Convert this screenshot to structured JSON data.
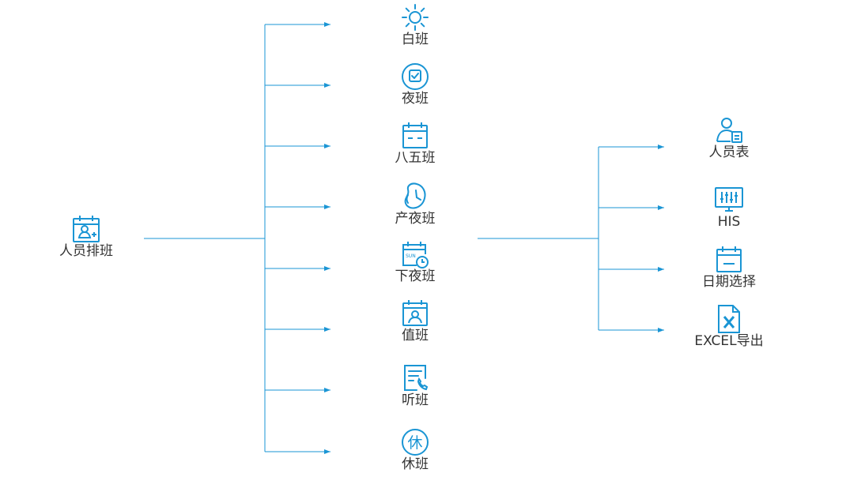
{
  "accent": "#1a95d4",
  "root": {
    "label": "人员排班",
    "icon": "calendar-user-icon"
  },
  "shifts": [
    {
      "label": "白班",
      "icon": "sun-icon"
    },
    {
      "label": "夜班",
      "icon": "moon-badge-icon"
    },
    {
      "label": "八五班",
      "icon": "calendar-dash-icon"
    },
    {
      "label": "产夜班",
      "icon": "baby-icon"
    },
    {
      "label": "下夜班",
      "icon": "calendar-sun-clock-icon"
    },
    {
      "label": "值班",
      "icon": "calendar-person-icon"
    },
    {
      "label": "听班",
      "icon": "document-phone-icon"
    },
    {
      "label": "休班",
      "icon": "rest-circle-icon"
    }
  ],
  "features": [
    {
      "label": "人员表",
      "icon": "person-card-icon"
    },
    {
      "label": "HIS",
      "icon": "monitor-equalizer-icon"
    },
    {
      "label": "日期选择",
      "icon": "calendar-icon"
    },
    {
      "label": "EXCEL导出",
      "icon": "excel-file-icon"
    }
  ]
}
